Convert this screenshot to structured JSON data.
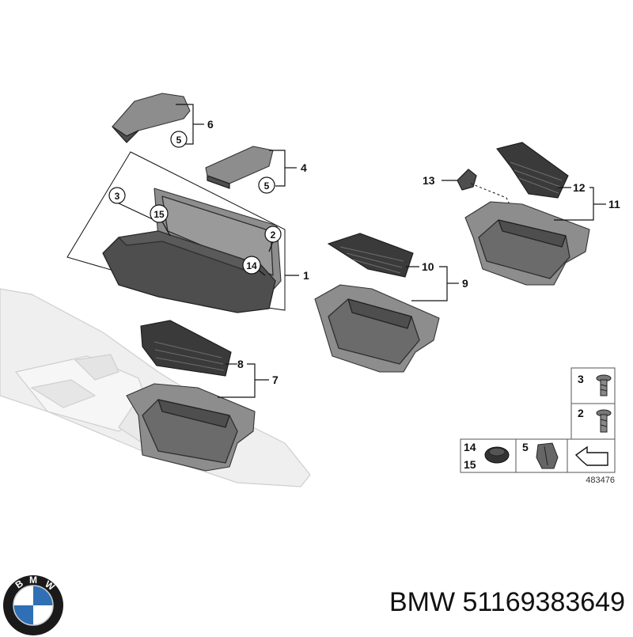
{
  "callouts": {
    "c1": "1",
    "c2": "2",
    "c3": "3",
    "c4": "4",
    "c5a": "5",
    "c5b": "5",
    "c6": "6",
    "c7": "7",
    "c8": "8",
    "c9": "9",
    "c10": "10",
    "c11": "11",
    "c12": "12",
    "c13": "13",
    "c14": "14",
    "c15": "15"
  },
  "legend": {
    "r1": "3",
    "r2": "2",
    "r3a": "14",
    "r3b": "15",
    "r3c": "5"
  },
  "diagram_number": "483476",
  "caption": {
    "brand": "BMW",
    "part_number": "51169383649"
  },
  "logo": {
    "letters": [
      "B",
      "M",
      "W"
    ],
    "colors": {
      "ring": "#1a1a1a",
      "blue": "#2f6fb5",
      "white": "#ffffff"
    }
  }
}
